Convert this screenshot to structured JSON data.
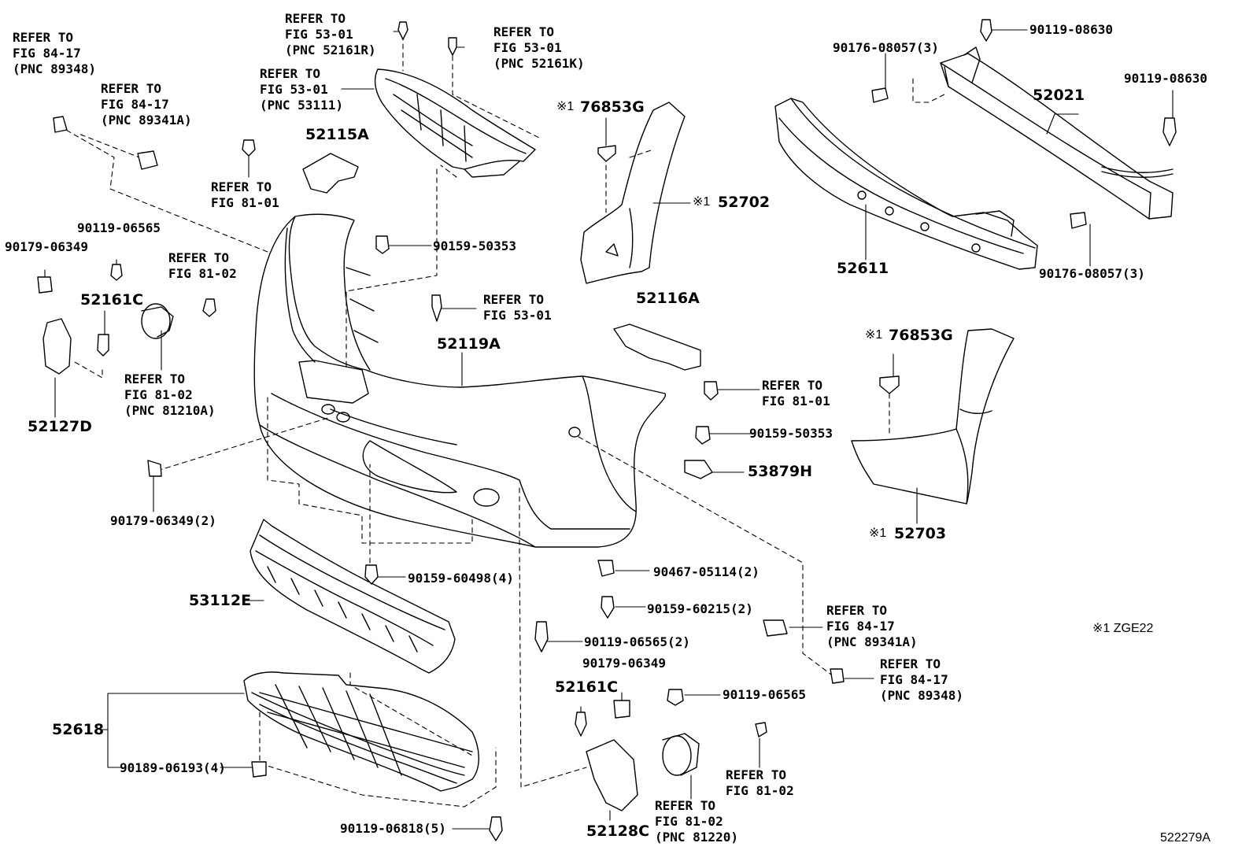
{
  "diagram": {
    "labels": {
      "ref_84_17_a": "REFER TO\nFIG 84-17\n(PNC 89348)",
      "ref_84_17_b": "REFER TO\nFIG 84-17\n(PNC 89341A)",
      "ref_53_01_a": "REFER TO\nFIG 53-01\n(PNC 52161R)",
      "ref_53_01_b": "REFER TO\nFIG 53-01\n(PNC 52161K)",
      "ref_53_01_c": "REFER TO\nFIG 53-01\n(PNC 53111)",
      "ref_81_01_a": "REFER TO\nFIG 81-01",
      "ref_81_02_a": "REFER TO\nFIG 81-02",
      "ref_53_01_d": "REFER TO\nFIG 53-01",
      "ref_81_02_b": "REFER TO\nFIG 81-02\n(PNC 81210A)",
      "ref_81_01_b": "REFER TO\nFIG 81-01",
      "ref_84_17_c": "REFER TO\nFIG 84-17\n(PNC 89341A)",
      "ref_84_17_d": "REFER TO\nFIG 84-17\n(PNC 89348)",
      "ref_81_02_c": "REFER TO\nFIG 81-02",
      "ref_81_02_d": "REFER TO\nFIG 81-02\n(PNC 81220)",
      "p_52115A": "52115A",
      "p_52119A": "52119A",
      "p_52116A": "52116A",
      "p_76853G_a": "76853G",
      "p_76853G_b": "76853G",
      "p_52702": "52702",
      "p_52703": "52703",
      "p_52021": "52021",
      "p_52611": "52611",
      "p_52161C_a": "52161C",
      "p_52161C_b": "52161C",
      "p_52127D": "52127D",
      "p_52128C": "52128C",
      "p_53112E": "53112E",
      "p_52618": "52618",
      "p_53879H": "53879H",
      "f_90119_08630_a": "90119-08630",
      "f_90119_08630_b": "90119-08630",
      "f_90176_08057_a": "90176-08057(3)",
      "f_90176_08057_b": "90176-08057(3)",
      "f_90159_50353_a": "90159-50353",
      "f_90159_50353_b": "90159-50353",
      "f_90119_06565_a": "90119-06565",
      "f_90179_06349_a": "90179-06349",
      "f_90179_06349_2": "90179-06349(2)",
      "f_90159_60498": "90159-60498(4)",
      "f_90467_05114": "90467-05114(2)",
      "f_90159_60215": "90159-60215(2)",
      "f_90119_06565_2": "90119-06565(2)",
      "f_90179_06349_b": "90179-06349",
      "f_90119_06565_b": "90119-06565",
      "f_90189_06193": "90189-06193(4)",
      "f_90119_06818": "90119-06818(5)",
      "mark": "※1",
      "legend": "※1 ZGE22",
      "illustration_id": "522279A"
    }
  }
}
